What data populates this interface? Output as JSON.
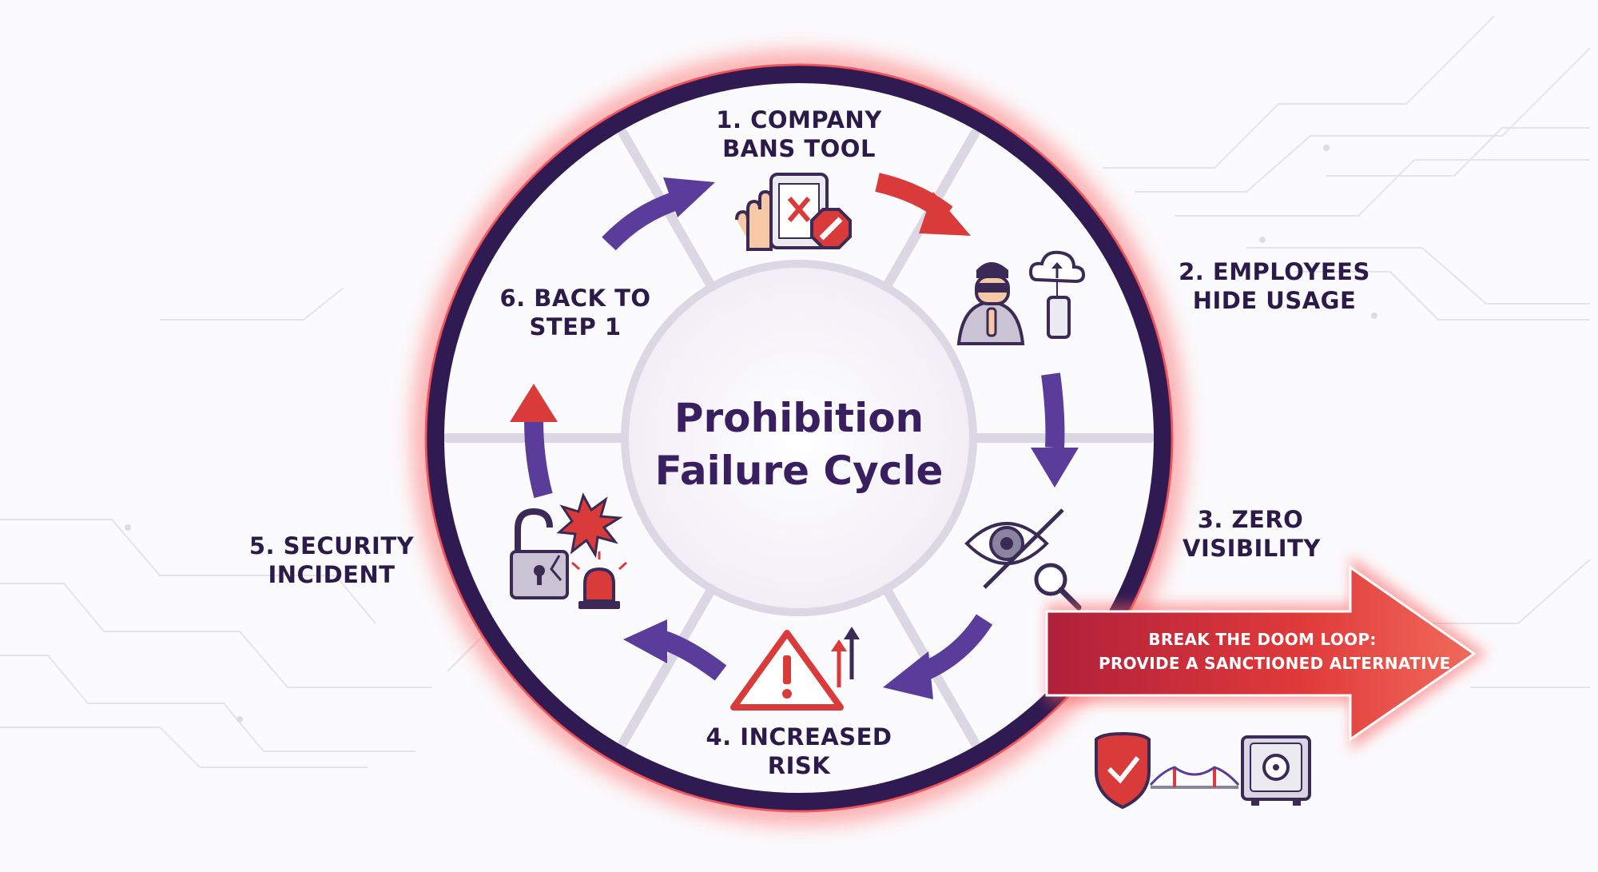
{
  "center_title": {
    "line1": "Prohibition",
    "line2": "Failure Cycle"
  },
  "steps": [
    {
      "line1": "1. COMPANY",
      "line2": "BANS TOOL"
    },
    {
      "line1": "2. EMPLOYEES",
      "line2": "HIDE USAGE"
    },
    {
      "line1": "3. ZERO",
      "line2": "VISIBILITY"
    },
    {
      "line1": "4. INCREASED",
      "line2": "RISK"
    },
    {
      "line1": "5. SECURITY",
      "line2": "INCIDENT"
    },
    {
      "line1": "6. BACK TO",
      "line2": "STEP 1"
    }
  ],
  "exit_arrow": {
    "line1": "BREAK THE DOOM LOOP:",
    "line2": "PROVIDE A SANCTIONED ALTERNATIVE"
  },
  "icons": {
    "step1": [
      "raised-hand-icon",
      "tablet-x-icon",
      "no-entry-icon"
    ],
    "step2": [
      "hooded-figure-icon",
      "cloud-upload-icon",
      "phone-icon"
    ],
    "step3": [
      "crossed-eye-icon",
      "magnifier-icon"
    ],
    "step4": [
      "warning-triangle-icon",
      "up-arrows-icon"
    ],
    "step5": [
      "broken-padlock-icon",
      "explosion-icon",
      "siren-icon"
    ],
    "alternative": [
      "shield-check-icon",
      "bridge-icon",
      "safe-icon"
    ]
  },
  "colors": {
    "ring_dark": "#2f1b52",
    "arrow_purple": "#5a3d9a",
    "arrow_red": "#d93a3a",
    "title": "#3a1f60",
    "label": "#2c1a4a",
    "glow": "#ff5a5a"
  }
}
